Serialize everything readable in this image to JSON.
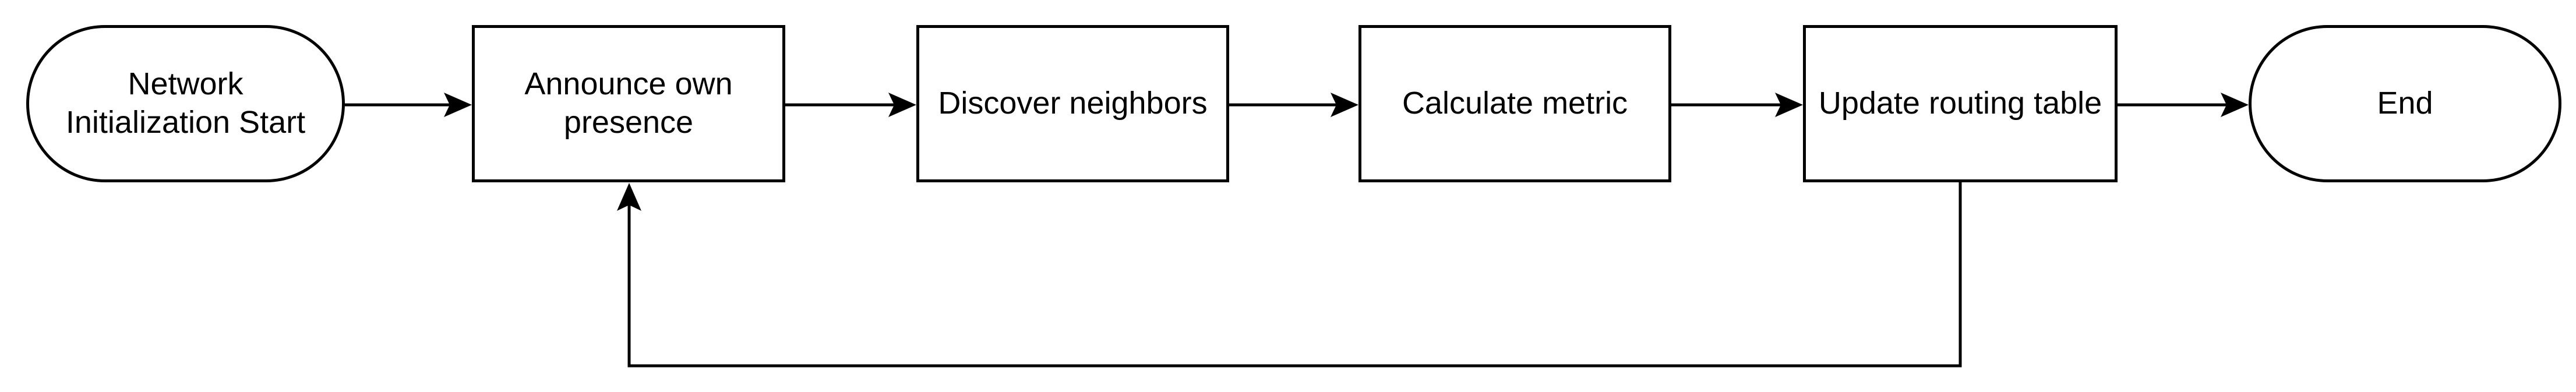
{
  "diagram": {
    "type": "flowchart",
    "background": "#ffffff",
    "stroke_color": "#000000",
    "text_color": "#000000",
    "nodes": [
      {
        "id": "start",
        "type": "terminator",
        "label": "Network\nInitialization Start"
      },
      {
        "id": "announce",
        "type": "process",
        "label": "Announce own\npresence"
      },
      {
        "id": "discover",
        "type": "process",
        "label": "Discover neighbors"
      },
      {
        "id": "calculate",
        "type": "process",
        "label": "Calculate metric"
      },
      {
        "id": "update",
        "type": "process",
        "label": "Update routing table"
      },
      {
        "id": "end",
        "type": "terminator",
        "label": "End"
      }
    ],
    "edges": [
      {
        "from": "start",
        "to": "announce",
        "kind": "straight"
      },
      {
        "from": "announce",
        "to": "discover",
        "kind": "straight"
      },
      {
        "from": "discover",
        "to": "calculate",
        "kind": "straight"
      },
      {
        "from": "calculate",
        "to": "update",
        "kind": "straight"
      },
      {
        "from": "update",
        "to": "end",
        "kind": "straight"
      },
      {
        "from": "update",
        "to": "announce",
        "kind": "loopback-bottom"
      }
    ]
  }
}
